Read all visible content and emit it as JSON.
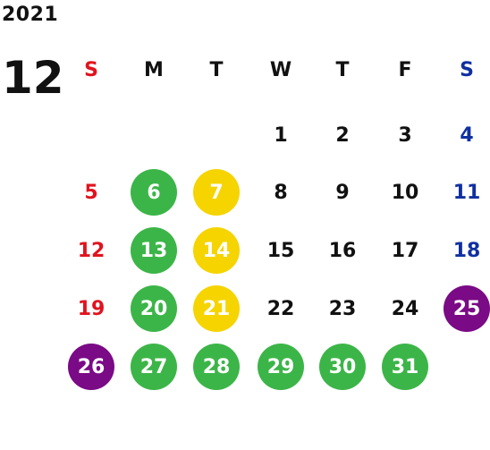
{
  "year": "2021",
  "month": "12",
  "weekdays": [
    "S",
    "M",
    "T",
    "W",
    "T",
    "F",
    "S"
  ],
  "colors": {
    "text": "#111111",
    "sunday": "#e0141e",
    "saturday": "#1030a0",
    "green": "#3cb548",
    "yellow": "#f5d400",
    "purple": "#7a0a85"
  },
  "weeks": [
    [
      null,
      null,
      null,
      {
        "label": "1"
      },
      {
        "label": "2"
      },
      {
        "label": "3"
      },
      {
        "label": "4"
      }
    ],
    [
      {
        "label": "5"
      },
      {
        "label": "6",
        "mark": "green"
      },
      {
        "label": "7",
        "mark": "yellow"
      },
      {
        "label": "8"
      },
      {
        "label": "9"
      },
      {
        "label": "10"
      },
      {
        "label": "11"
      }
    ],
    [
      {
        "label": "12"
      },
      {
        "label": "13",
        "mark": "green"
      },
      {
        "label": "14",
        "mark": "yellow"
      },
      {
        "label": "15"
      },
      {
        "label": "16"
      },
      {
        "label": "17"
      },
      {
        "label": "18"
      }
    ],
    [
      {
        "label": "19"
      },
      {
        "label": "20",
        "mark": "green"
      },
      {
        "label": "21",
        "mark": "yellow"
      },
      {
        "label": "22"
      },
      {
        "label": "23"
      },
      {
        "label": "24"
      },
      {
        "label": "25",
        "mark": "purple"
      }
    ],
    [
      {
        "label": "26",
        "mark": "purple"
      },
      {
        "label": "27",
        "mark": "green"
      },
      {
        "label": "28",
        "mark": "green"
      },
      {
        "label": "29",
        "mark": "green"
      },
      {
        "label": "30",
        "mark": "green"
      },
      {
        "label": "31",
        "mark": "green"
      },
      null
    ]
  ]
}
